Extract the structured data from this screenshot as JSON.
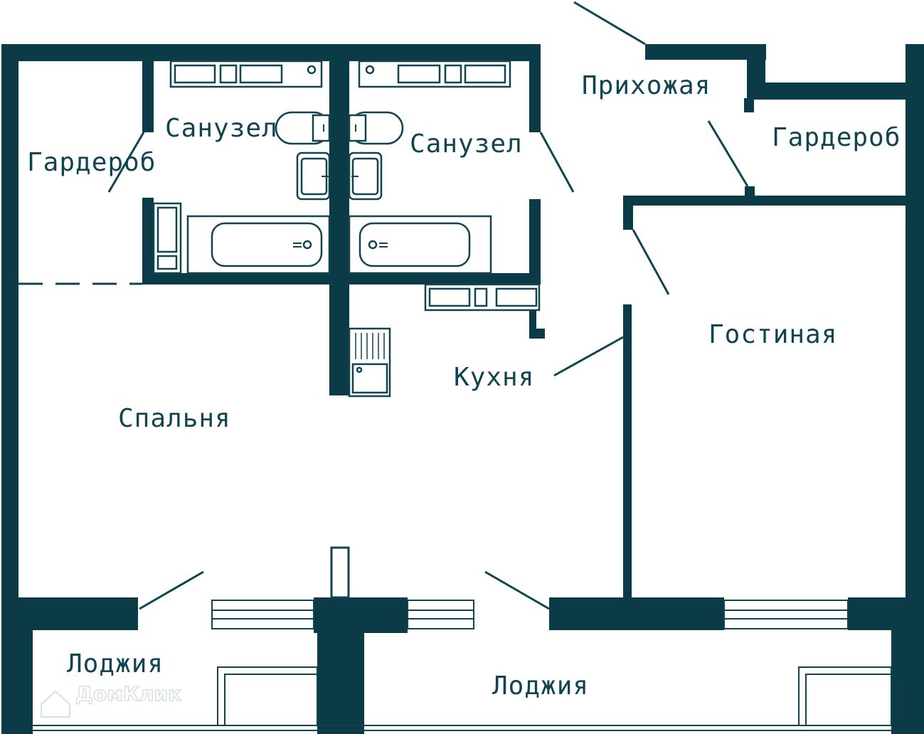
{
  "colors": {
    "wall": "#0b3b47",
    "line": "#0f4450",
    "fixture": "#0f4450",
    "background": "#ffffff",
    "watermark": "#d8dee2"
  },
  "rooms": {
    "hallway": "Прихожая",
    "wardrobe_right": "Гардероб",
    "wardrobe_left": "Гардероб",
    "bathroom_left": "Санузел",
    "bathroom_right": "Санузел",
    "living_room": "Гостиная",
    "kitchen": "Кухня",
    "bedroom": "Спальня",
    "loggia_left": "Лоджия",
    "loggia_right": "Лоджия"
  },
  "watermark": {
    "text": "ДомКлик",
    "icon": "house-logo-icon"
  }
}
